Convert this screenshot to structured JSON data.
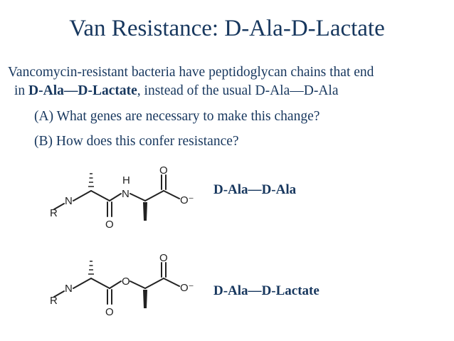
{
  "title": {
    "prefix": "Van Resistance: ",
    "d1": "D",
    "mid": "-Ala-",
    "d2": "D",
    "suffix": "-Lactate"
  },
  "intro": {
    "line1": "Vancomycin-resistant bacteria have peptidoglycan chains that end",
    "line2_in": "in ",
    "bold_d1": "D",
    "bold_mid": "-Ala—",
    "bold_d2": "D",
    "bold_end": "-Lactate",
    "line2_rest": ", instead of the usual ",
    "usual_d1": "D",
    "usual_mid": "-Ala—",
    "usual_d2": "D",
    "usual_end": "-Ala"
  },
  "questions": {
    "a": "(A) What genes are necessary to make this change?",
    "b": "(B)  How does this confer resistance?"
  },
  "structures": [
    {
      "label_d1": "D",
      "label_mid": "-Ala—",
      "label_d2": "D",
      "label_end": "-Ala",
      "atoms": {
        "r": "R",
        "n": "N",
        "nh_n": "N",
        "nh_h": "H",
        "o_top": "O",
        "o_bottom": "O",
        "o_end": "O⁻"
      }
    },
    {
      "label_d1": "D",
      "label_mid": "-Ala—",
      "label_d2": "D",
      "label_end": "-Lactate",
      "atoms": {
        "r": "R",
        "n": "N",
        "o_link": "O",
        "o_top": "O",
        "o_bottom": "O",
        "o_end": "O⁻"
      }
    }
  ]
}
